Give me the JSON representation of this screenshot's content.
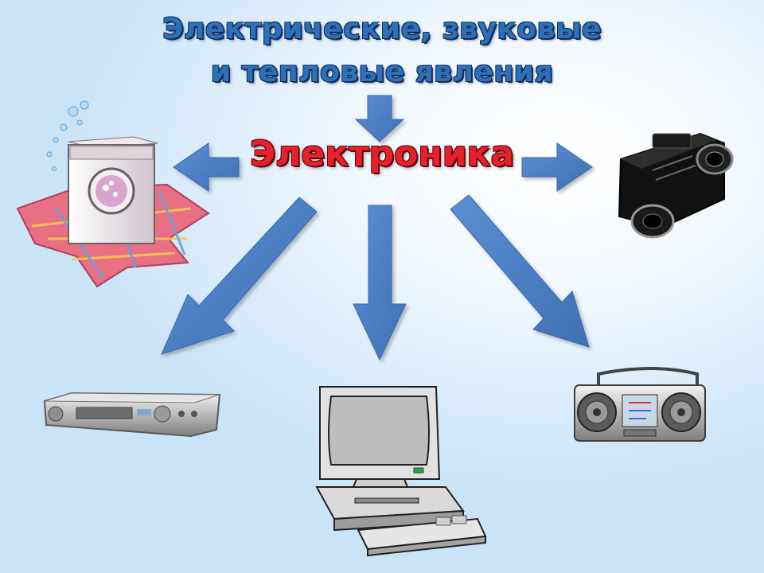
{
  "slide": {
    "title_line1": "Электрические, звуковые",
    "title_line2": "и тепловые явления",
    "center_label": "Электроника"
  },
  "devices": [
    {
      "icon": "washing-machine-icon"
    },
    {
      "icon": "video-camera-icon"
    },
    {
      "icon": "video-player-icon"
    },
    {
      "icon": "computer-icon"
    },
    {
      "icon": "boombox-icon"
    }
  ],
  "colors": {
    "title": "#2e6fb8",
    "center_label": "#e8202a",
    "arrow": "#4a7cc4"
  }
}
